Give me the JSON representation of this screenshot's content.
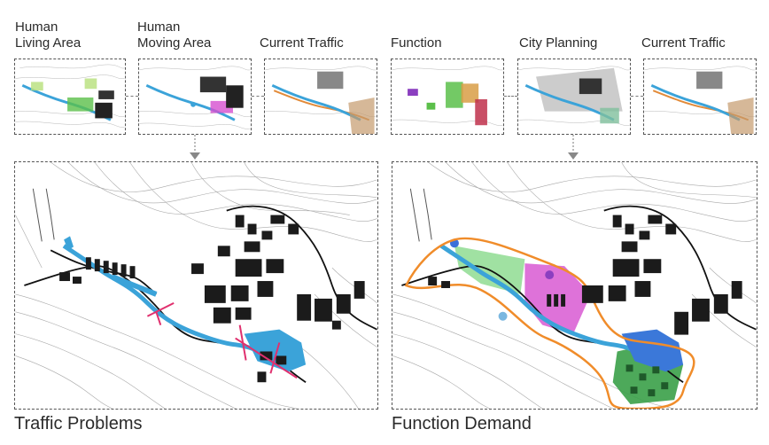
{
  "left": {
    "thumbs": [
      {
        "title_lines": [
          "Human",
          "Living Area"
        ]
      },
      {
        "title_lines": [
          "Human",
          "Moving Area"
        ]
      },
      {
        "title_lines": [
          "Current Traffic"
        ]
      }
    ],
    "panel_title": "Traffic Problems"
  },
  "right": {
    "thumbs": [
      {
        "title_lines": [
          "Function"
        ]
      },
      {
        "title_lines": [
          "City Planning"
        ]
      },
      {
        "title_lines": [
          "Current Traffic"
        ]
      }
    ],
    "panel_title": "Function Demand"
  },
  "colors": {
    "river": "#3ba3d9",
    "green_zone": "#7cc576",
    "magenta_zone": "#d64fd0",
    "orange_boundary": "#f08c2a",
    "pink_line": "#e0306e",
    "building": "#1b1b1b",
    "contour": "#9a9a9a"
  }
}
